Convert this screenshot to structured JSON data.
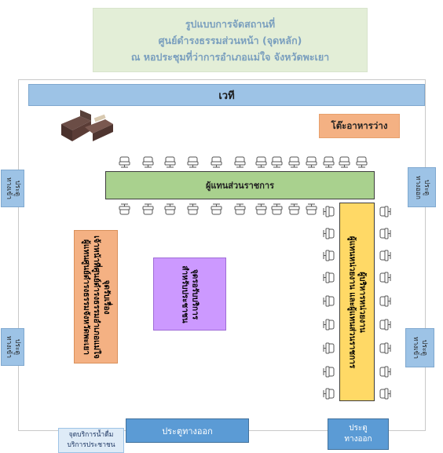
{
  "title": {
    "line1": "รูปแบบการจัดสถานที่",
    "line2": "ศูนย์ดำรงธรรมส่วนหน้า (จุดหลัก)",
    "line3": "ณ หอประชุมที่ว่าการอำเภอแม่ใจ จังหวัดพะเยา"
  },
  "stage": "เวที",
  "snack_table": "โต๊ะอาหารว่าง",
  "gov_table": "ผู้แทนส่วนราชการ",
  "official_table": {
    "line1": "จุดรับเรื่อง",
    "line2": "เจ้าหน้าที่ศูนย์ดำรงธรรมอำเภอแม่ใจ",
    "line3": "ผู้แทนศูนย์ดำรงธรรมจังหวัดพะเยา"
  },
  "public_table": {
    "line1": "จุดรอรับบริการ",
    "line2": "สำหรับประชาชน"
  },
  "leader_table": {
    "line1": "ผู้บริหารหน่วยงาน",
    "line2": "ผู้แทนหน่วยงาน และผู้แทนส่วนราชการ"
  },
  "doors": {
    "left_top": [
      "ประตู",
      "ทางเข้า"
    ],
    "left_bottom": [
      "ประตู",
      "ทางเข้า"
    ],
    "right_top": [
      "ประตู",
      "ทางออก"
    ],
    "right_bottom": [
      "ประตู",
      "ทางเข้า"
    ]
  },
  "exit_bottom": "ประตูทางออก",
  "exit_bottom_right": {
    "line1": "ประตู",
    "line2": "ทางออก"
  },
  "water_point": {
    "line1": "จุดบริการน้ำดื่ม",
    "line2": "บริการประชาชน"
  },
  "icons": [
    "sofa-icon",
    "office-chair-icon"
  ]
}
